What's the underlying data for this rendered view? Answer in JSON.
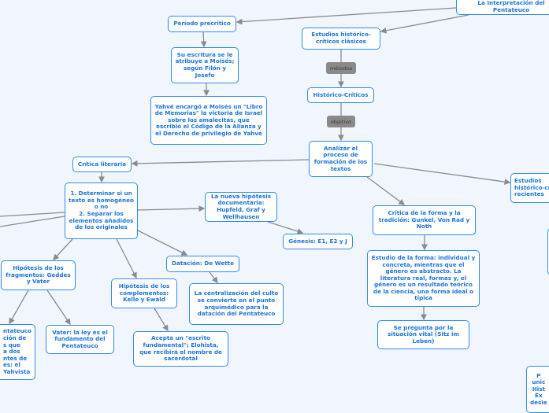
{
  "nodes": {
    "root": "La Interpretación del Pentateuco",
    "periodo": "Período precrítico",
    "escritura": "Su escritura se le atribuye a Moisés; según Filón y Josefo",
    "yahve": "Yahvé encargó a Moisés un \"Libro de Memorias\" la victoria de Israel sobre los amalecitas, que escribió el Código de la Alianza y el Derecho de privilegio de Yahvé",
    "clasicos": "Estudios histórico-críticos clásicos",
    "historicos": "Histórico-Críticos",
    "analizar": "Analizar el proceso de formación de los textos",
    "critica_literaria": "Crítica literaria",
    "determinar": "1. Determinar si un texto es homogéneo o no\n2. Separar los elementos añadidos de los originales",
    "nueva": "La nueva hipótesis documentaria: Hupfeld, Graf y Wellhausen",
    "genesis": "Génesis: E1, E2 y J",
    "critica_forma": "Crítica de la forma y la tradición: Gunkel, Von Rad y Noth",
    "estudio_forma": "Estudio de la forma: individual y concreta, mientras que el género es abstracto. La literatura real, formas y, el género es un resultado teórico de la ciencia, una forma ideal o típica",
    "situacion": "Se pregunta por la situación vital (Sitz im Leben)",
    "recientes": "Estudios histórico-críticos recientes",
    "bottom_right": "P\nunic\nHist\nÉx\ndesie",
    "fragmentos": "Hipótesis de los fragmentos: Geddes y Vater",
    "vater": "Vater: la ley es el fundamento del Pentateuco",
    "left_clipped": "ntateuco\nción de\ns que\na dos\nntes de\nes: el\nYahvista",
    "complementos": "Hipótesis de los complementos: Kelle y Ewald",
    "datacion": "Datación: De Wette",
    "centralizacion": "La centralización del culto se convierte en el punto arquimédico para la datación del Pentateuco",
    "acepta": "Acepta un \"escrito fundamental\"; Elohista, que recibirá el nombre de sacerdotal"
  },
  "labels": {
    "metodos": "métodos",
    "objetivo": "objetivo"
  },
  "colors": {
    "background": "#f1f5fe",
    "node_border": "#2e8bf0",
    "node_text": "#1a73d9",
    "edge": "#8a8a8a"
  }
}
